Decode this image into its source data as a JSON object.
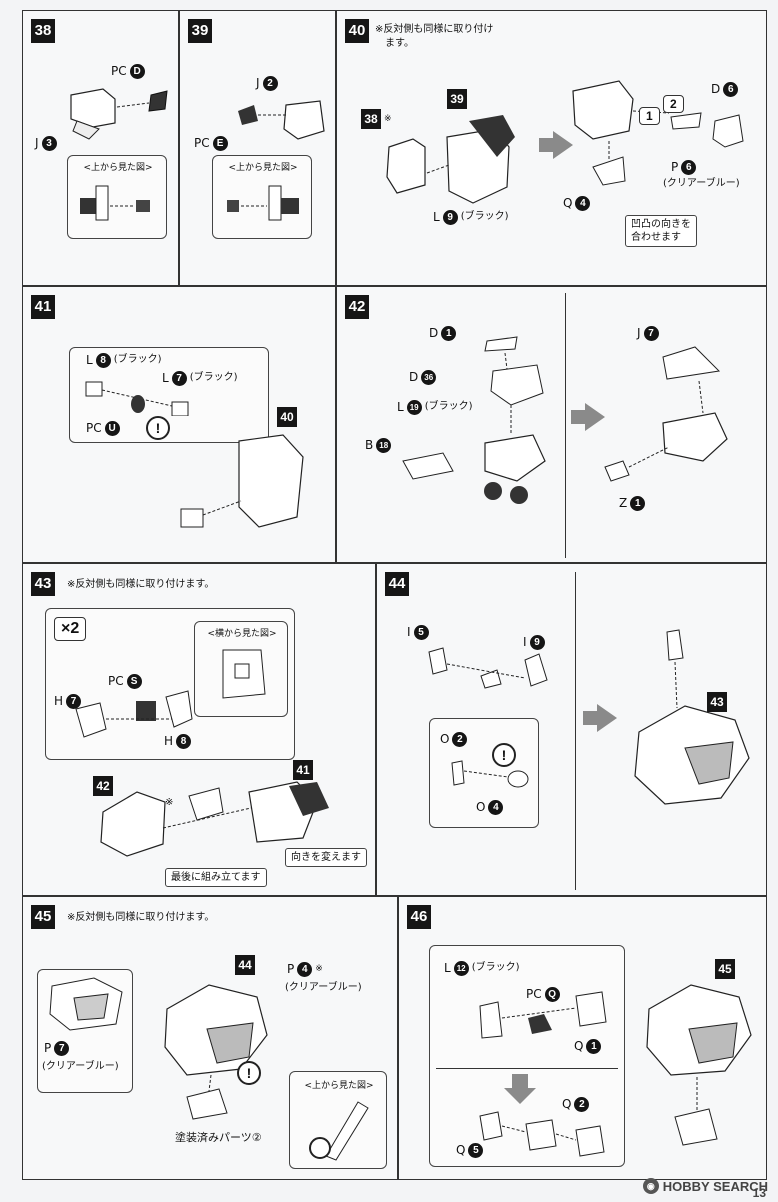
{
  "steps": {
    "s38": {
      "num": "38",
      "labels": {
        "pcd": "PC",
        "pcd_c": "D",
        "j3": "J",
        "j3_c": "3"
      },
      "sub": {
        "caption": "<上から見た図>"
      }
    },
    "s39": {
      "num": "39",
      "labels": {
        "j2": "J",
        "j2_c": "2",
        "pce": "PC",
        "pce_c": "E"
      },
      "sub": {
        "caption": "<上から見た図>"
      }
    },
    "s40": {
      "num": "40",
      "note_line1": "※反対側も同様に取り付け",
      "note_line2": "ます。",
      "labels": {
        "ref38": "38",
        "ref38_mark": "※",
        "ref39": "39",
        "l9": "L",
        "l9_c": "9",
        "l9_color": "(ブラック)",
        "d6": "D",
        "d6_c": "6",
        "p6": "P",
        "p6_c": "6",
        "p6_color": "(クリアーブルー)",
        "q4": "Q",
        "q4_c": "4",
        "order1": "1",
        "order2": "2",
        "tip": "凹凸の向きを\n合わせます"
      }
    },
    "s41": {
      "num": "41",
      "labels": {
        "l8": "L",
        "l8_c": "8",
        "l8_color": "(ブラック)",
        "l7": "L",
        "l7_c": "7",
        "l7_color": "(ブラック)",
        "pcu": "PC",
        "pcu_c": "U",
        "ref40": "40",
        "excl": "!"
      }
    },
    "s42": {
      "num": "42",
      "labels": {
        "d1": "D",
        "d1_c": "1",
        "d36": "D",
        "d36_c": "36",
        "l19": "L",
        "l19_c": "19",
        "l19_color": "(ブラック)",
        "b18": "B",
        "b18_c": "18",
        "j7": "J",
        "j7_c": "7",
        "z1": "Z",
        "z1_c": "1"
      }
    },
    "s43": {
      "num": "43",
      "note": "※反対側も同様に取り付けます。",
      "x2": "×2",
      "labels": {
        "pcs": "PC",
        "pcs_c": "S",
        "h7": "H",
        "h7_c": "7",
        "h8": "H",
        "h8_c": "8",
        "ref42": "42",
        "ref41": "41",
        "mark": "※",
        "side_view": "<横から見た図>",
        "last": "最後に組み立てます",
        "turn": "向きを変えます"
      }
    },
    "s44": {
      "num": "44",
      "labels": {
        "i5": "I",
        "i5_c": "5",
        "i9": "I",
        "i9_c": "9",
        "o2": "O",
        "o2_c": "2",
        "o4": "O",
        "o4_c": "4",
        "ref43": "43",
        "excl": "!"
      }
    },
    "s45": {
      "num": "45",
      "note": "※反対側も同様に取り付けます。",
      "labels": {
        "ref44": "44",
        "p4": "P",
        "p4_c": "4",
        "p4_mark": "※",
        "p4_color": "(クリアーブルー)",
        "p7": "P",
        "p7_c": "7",
        "p7_color": "(クリアーブルー)",
        "painted": "塗装済みパーツ②",
        "top_view": "<上から見た図>",
        "excl": "!"
      }
    },
    "s46": {
      "num": "46",
      "labels": {
        "l12": "L",
        "l12_c": "12",
        "l12_color": "(ブラック)",
        "pcq": "PC",
        "pcq_c": "Q",
        "q1": "Q",
        "q1_c": "1",
        "q2": "Q",
        "q2_c": "2",
        "q5": "Q",
        "q5_c": "5",
        "ref45": "45"
      }
    }
  },
  "footer": {
    "page": "13",
    "watermark": "HOBBY SEARCH"
  }
}
